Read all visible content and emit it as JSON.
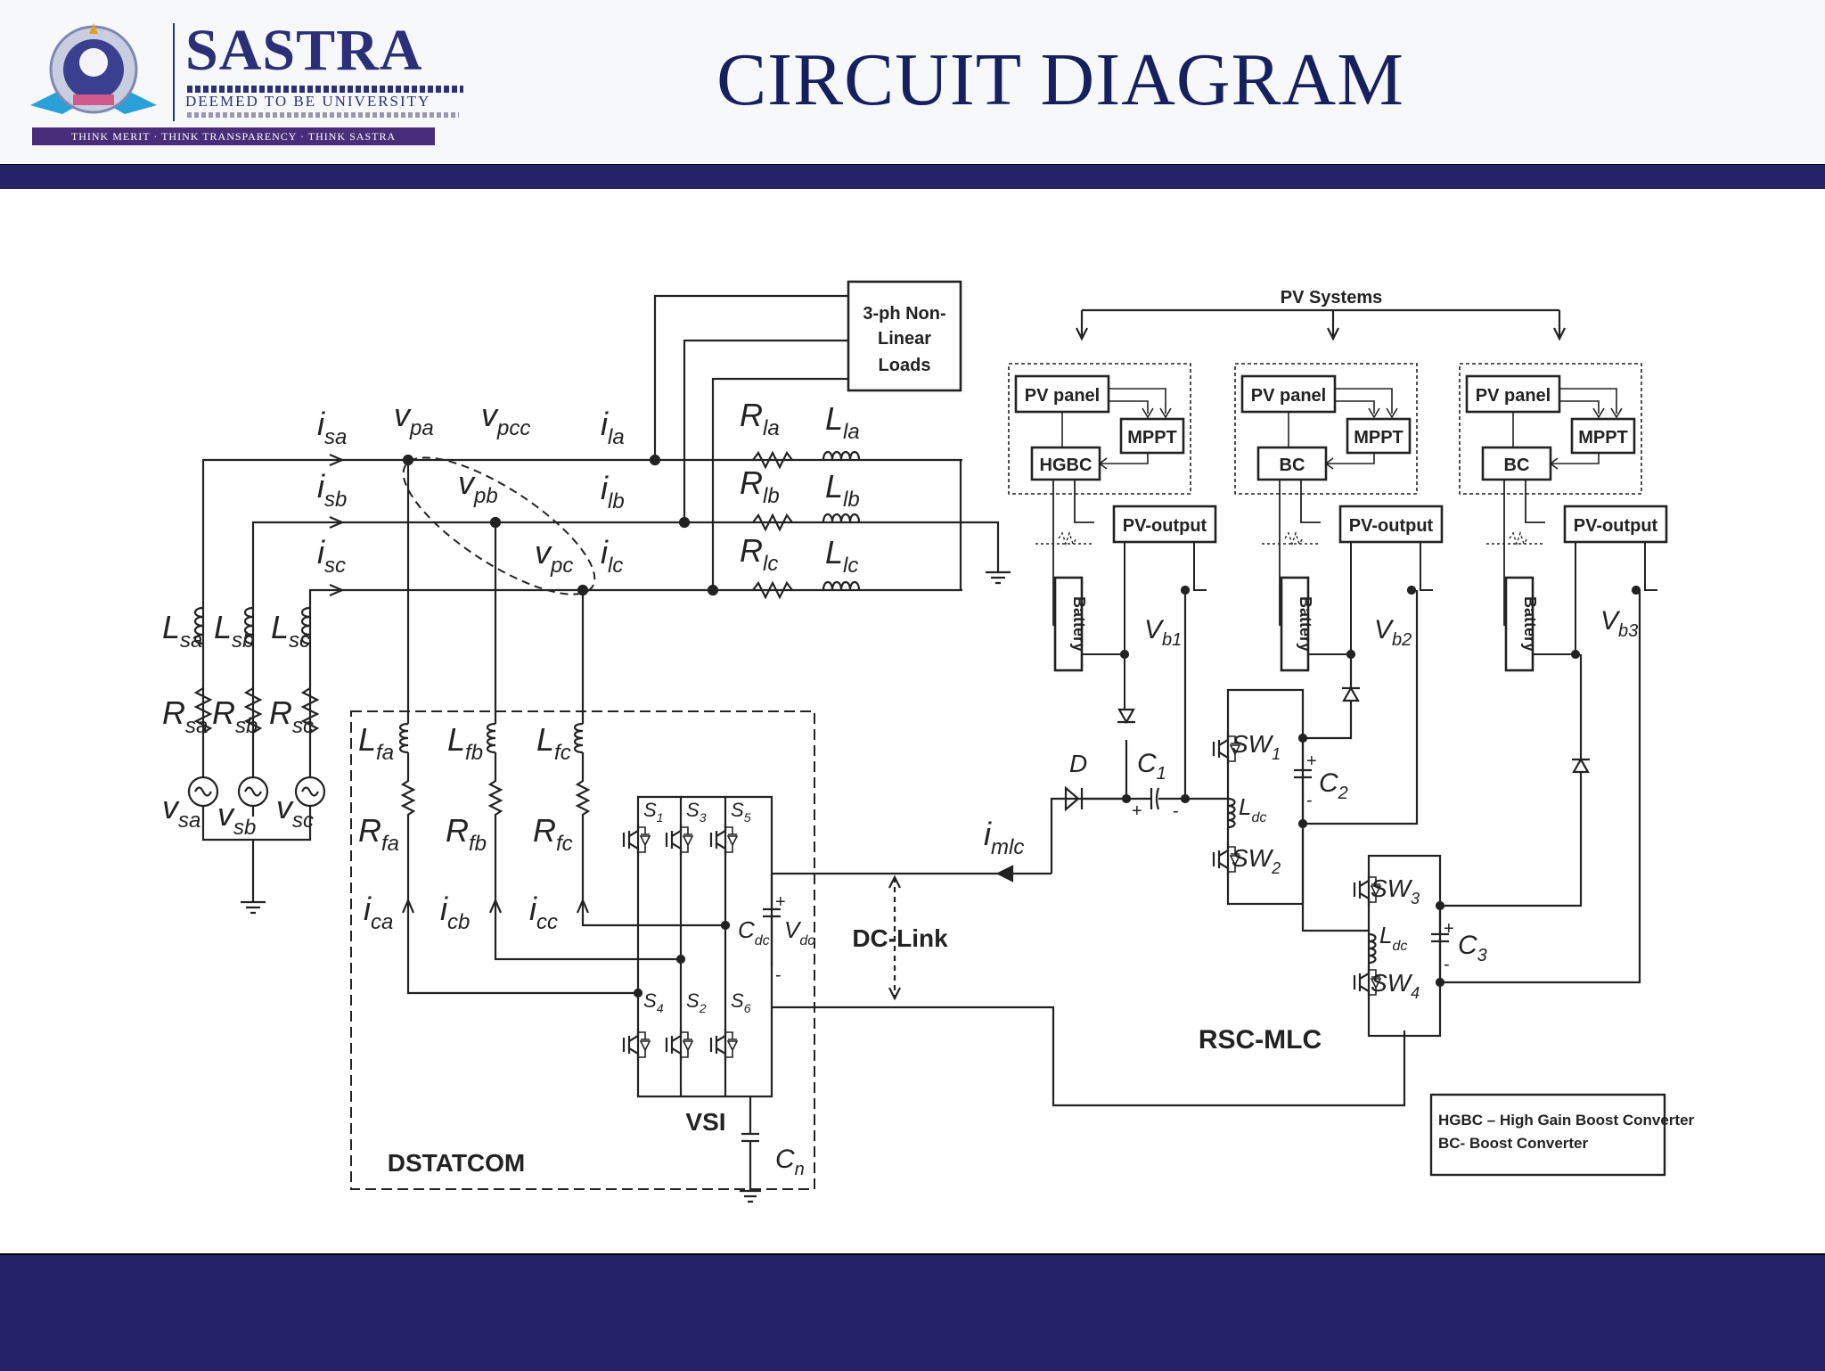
{
  "header": {
    "logo_name": "SASTRA",
    "logo_tagline": "DEEMED TO BE UNIVERSITY",
    "logo_footer": "THINK MERIT · THINK TRANSPARENCY · THINK SASTRA",
    "title": "CIRCUIT DIAGRAM"
  },
  "colors": {
    "navy": "#242368",
    "title": "#16205e",
    "logo_purple": "#4a2d7a"
  },
  "diagram": {
    "loads_box": [
      "3-ph Non-",
      "Linear",
      "Loads"
    ],
    "pv_systems": "PV Systems",
    "pv_panel": "PV panel",
    "mppt": "MPPT",
    "hgbc": "HGBC",
    "bc": "BC",
    "pv_output": "PV-output",
    "battery": "Battery",
    "dc_link": "DC-Link",
    "vsi": "VSI",
    "dstatcom": "DSTATCOM",
    "rsc_mlc": "RSC-MLC",
    "legend": [
      "HGBC – High Gain Boost Converter",
      "BC- Boost Converter"
    ]
  }
}
